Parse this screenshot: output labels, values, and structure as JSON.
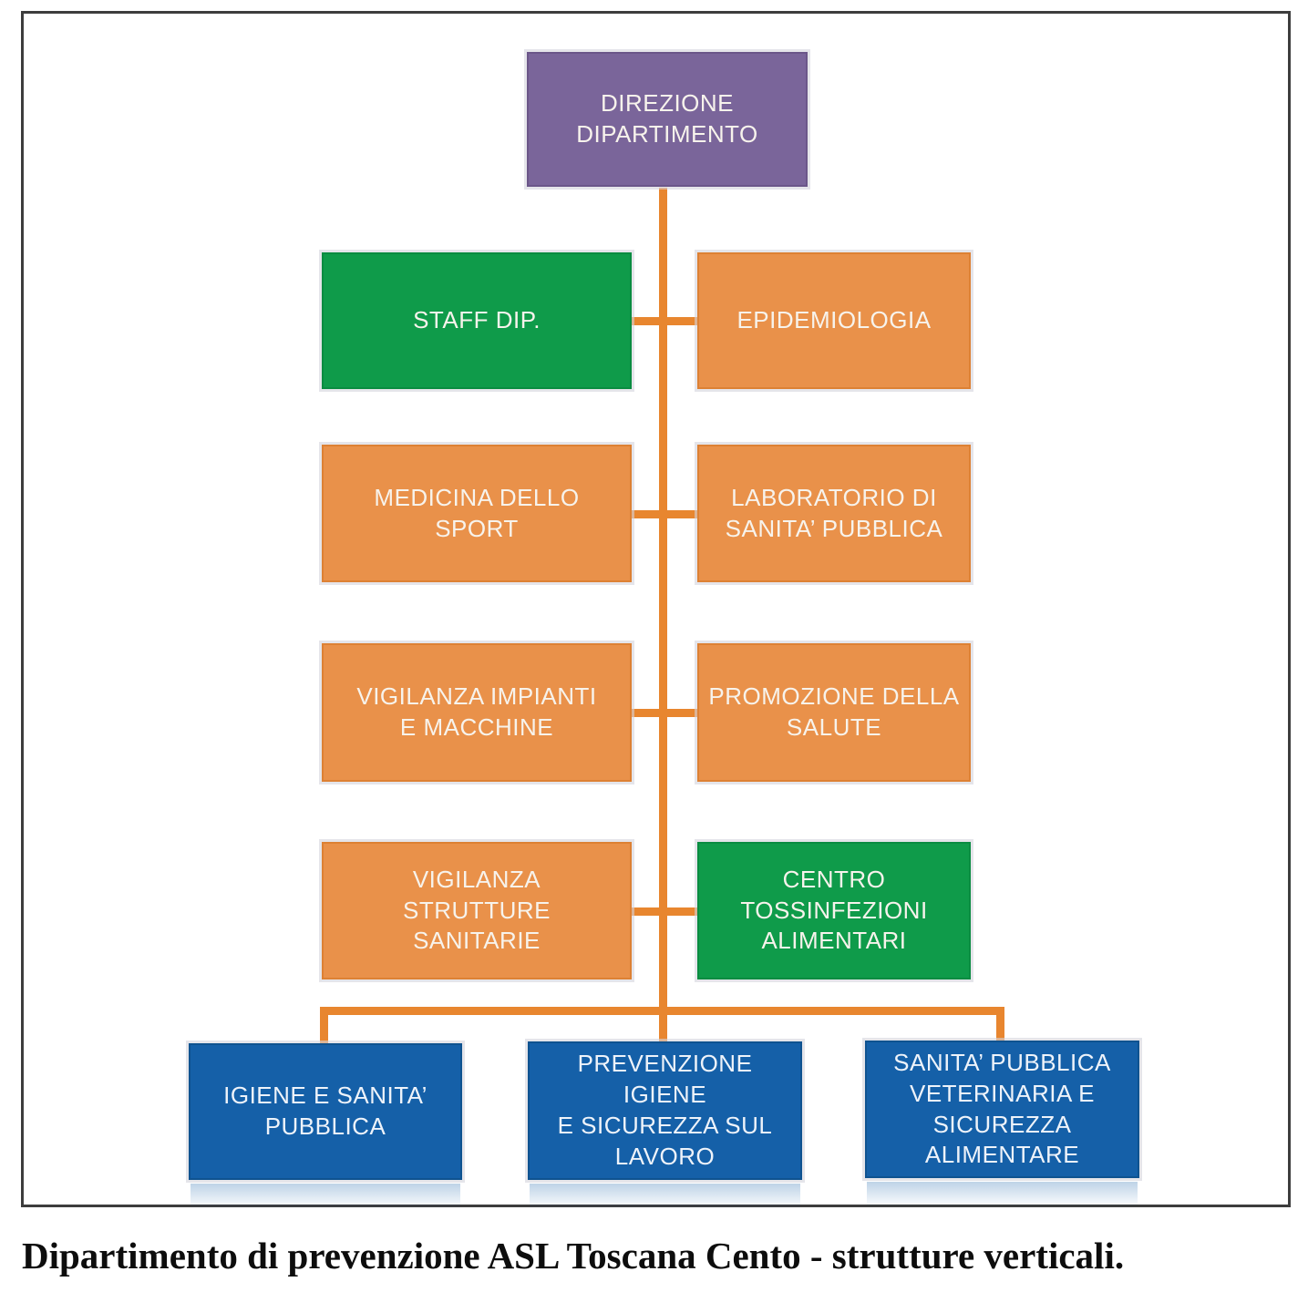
{
  "figure": {
    "caption": "Dipartimento di prevenzione ASL Toscana Cento - strutture verticali."
  },
  "org_chart": {
    "type": "org-tree",
    "colors": {
      "root_purple": "#7a659a",
      "green": "#0f9b4a",
      "orange": "#e9914a",
      "blue": "#1560a8",
      "connector_orange": "#e8862f",
      "node_text": "#f7f3ec",
      "frame_border": "#3d3d3d"
    },
    "root": {
      "label": "DIREZIONE\nDIPARTIMENTO",
      "color": "#7a659a"
    },
    "left_column": [
      {
        "label": "STAFF DIP.",
        "color": "#0f9b4a"
      },
      {
        "label": "MEDICINA DELLO\nSPORT",
        "color": "#e9914a"
      },
      {
        "label": "VIGILANZA IMPIANTI\nE MACCHINE",
        "color": "#e9914a"
      },
      {
        "label": "VIGILANZA\nSTRUTTURE\nSANITARIE",
        "color": "#e9914a"
      }
    ],
    "right_column": [
      {
        "label": "EPIDEMIOLOGIA",
        "color": "#e9914a"
      },
      {
        "label": "LABORATORIO DI\nSANITA’ PUBBLICA",
        "color": "#e9914a"
      },
      {
        "label": "PROMOZIONE DELLA\nSALUTE",
        "color": "#e9914a"
      },
      {
        "label": "CENTRO\nTOSSINFEZIONI\nALIMENTARI",
        "color": "#0f9b4a"
      }
    ],
    "bottom_row": [
      {
        "label": "IGIENE E SANITA’\nPUBBLICA",
        "color": "#1560a8"
      },
      {
        "label": "PREVENZIONE IGIENE\nE SICUREZZA SUL\nLAVORO",
        "color": "#1560a8"
      },
      {
        "label": "SANITA’ PUBBLICA\nVETERINARIA E\nSICUREZZA\nALIMENTARE",
        "color": "#1560a8"
      }
    ]
  }
}
